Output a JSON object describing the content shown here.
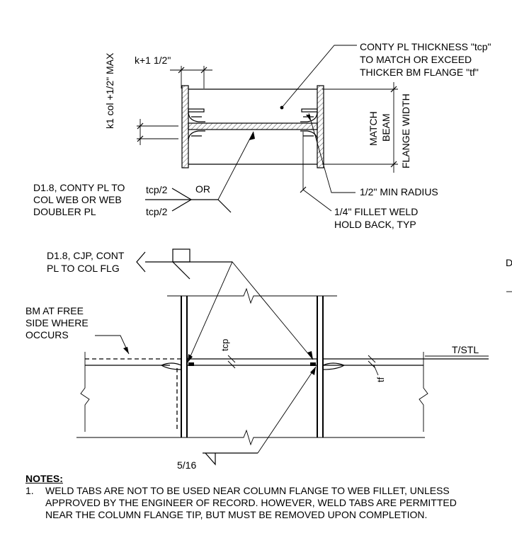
{
  "plan_view": {
    "tcp_note": [
      "CONTY PL THICKNESS \"tcp\"",
      "TO MATCH OR EXCEED",
      "THICKER BM FLANGE \"tf\""
    ],
    "k_dim": "k+1 1/2\"",
    "k1_dim": "k1 col +1/2\" MAX",
    "match_label": "MATCH",
    "beam_label": "BEAM",
    "flange_width_label": "FLANGE WIDTH",
    "weld_spec": [
      "D1.8, CONTY PL TO",
      "COL WEB OR WEB",
      "DOUBLER PL"
    ],
    "tcp_top": "tcp/2",
    "tcp_bottom": "tcp/2",
    "or_label": "OR",
    "radius_note": "1/2\" MIN RADIUS",
    "fillet_note": [
      "1/4\" FILLET WELD",
      "HOLD BACK, TYP"
    ]
  },
  "elevation_view": {
    "cjp_note": [
      "D1.8, CJP, CONT",
      "PL TO COL FLG"
    ],
    "free_side_note": [
      "BM AT FREE",
      "SIDE WHERE",
      "OCCURS"
    ],
    "tcp_label": "tcp",
    "tf_label": "tf",
    "tstl_label": "T/STL",
    "weld_size": "5/16",
    "edge_letter": "D"
  },
  "notes": {
    "title": "NOTES:",
    "items": [
      {
        "num": "1.",
        "lines": [
          "WELD TABS ARE NOT TO BE USED NEAR COLUMN FLANGE TO WEB FILLET, UNLESS",
          "APPROVED BY THE ENGINEER OF RECORD. HOWEVER, WELD TABS ARE PERMITTED",
          "NEAR THE COLUMN FLANGE TIP, BUT MUST BE REMOVED UPON COMPLETION."
        ]
      }
    ]
  }
}
